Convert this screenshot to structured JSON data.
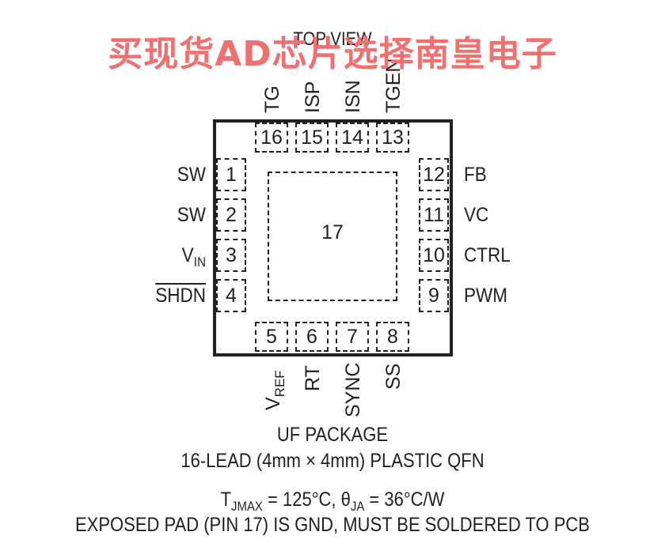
{
  "watermark": "买现货AD芯片选择南皇电子",
  "view_label": "TOP VIEW",
  "exposed_pad_number": "17",
  "pins": {
    "left": [
      {
        "num": "1",
        "label": "SW"
      },
      {
        "num": "2",
        "label": "SW"
      },
      {
        "num": "3",
        "label": "V",
        "label_sub": "IN"
      },
      {
        "num": "4",
        "label": "SHDN",
        "overline": true
      }
    ],
    "bottom": [
      {
        "num": "5",
        "label": "V",
        "label_sub": "REF"
      },
      {
        "num": "6",
        "label": "RT"
      },
      {
        "num": "7",
        "label": "SYNC"
      },
      {
        "num": "8",
        "label": "SS"
      }
    ],
    "right": [
      {
        "num": "9",
        "label": "PWM"
      },
      {
        "num": "10",
        "label": "CTRL"
      },
      {
        "num": "11",
        "label": "VC"
      },
      {
        "num": "12",
        "label": "FB"
      }
    ],
    "top": [
      {
        "num": "13",
        "label": "TGEN"
      },
      {
        "num": "14",
        "label": "ISN"
      },
      {
        "num": "15",
        "label": "ISP"
      },
      {
        "num": "16",
        "label": "TG"
      }
    ]
  },
  "caption": {
    "package_name": "UF PACKAGE",
    "package_desc": "16-LEAD (4mm × 4mm) PLASTIC QFN",
    "thermal_t": "T",
    "thermal_t_sub": "JMAX",
    "thermal_t_val": " = 125°C, ",
    "thermal_theta": "θ",
    "thermal_theta_sub": "JA",
    "thermal_theta_val": " = 36°C/W",
    "exposed_pad_note": "EXPOSED PAD (PIN 17) IS GND, MUST BE SOLDERED TO PCB"
  }
}
